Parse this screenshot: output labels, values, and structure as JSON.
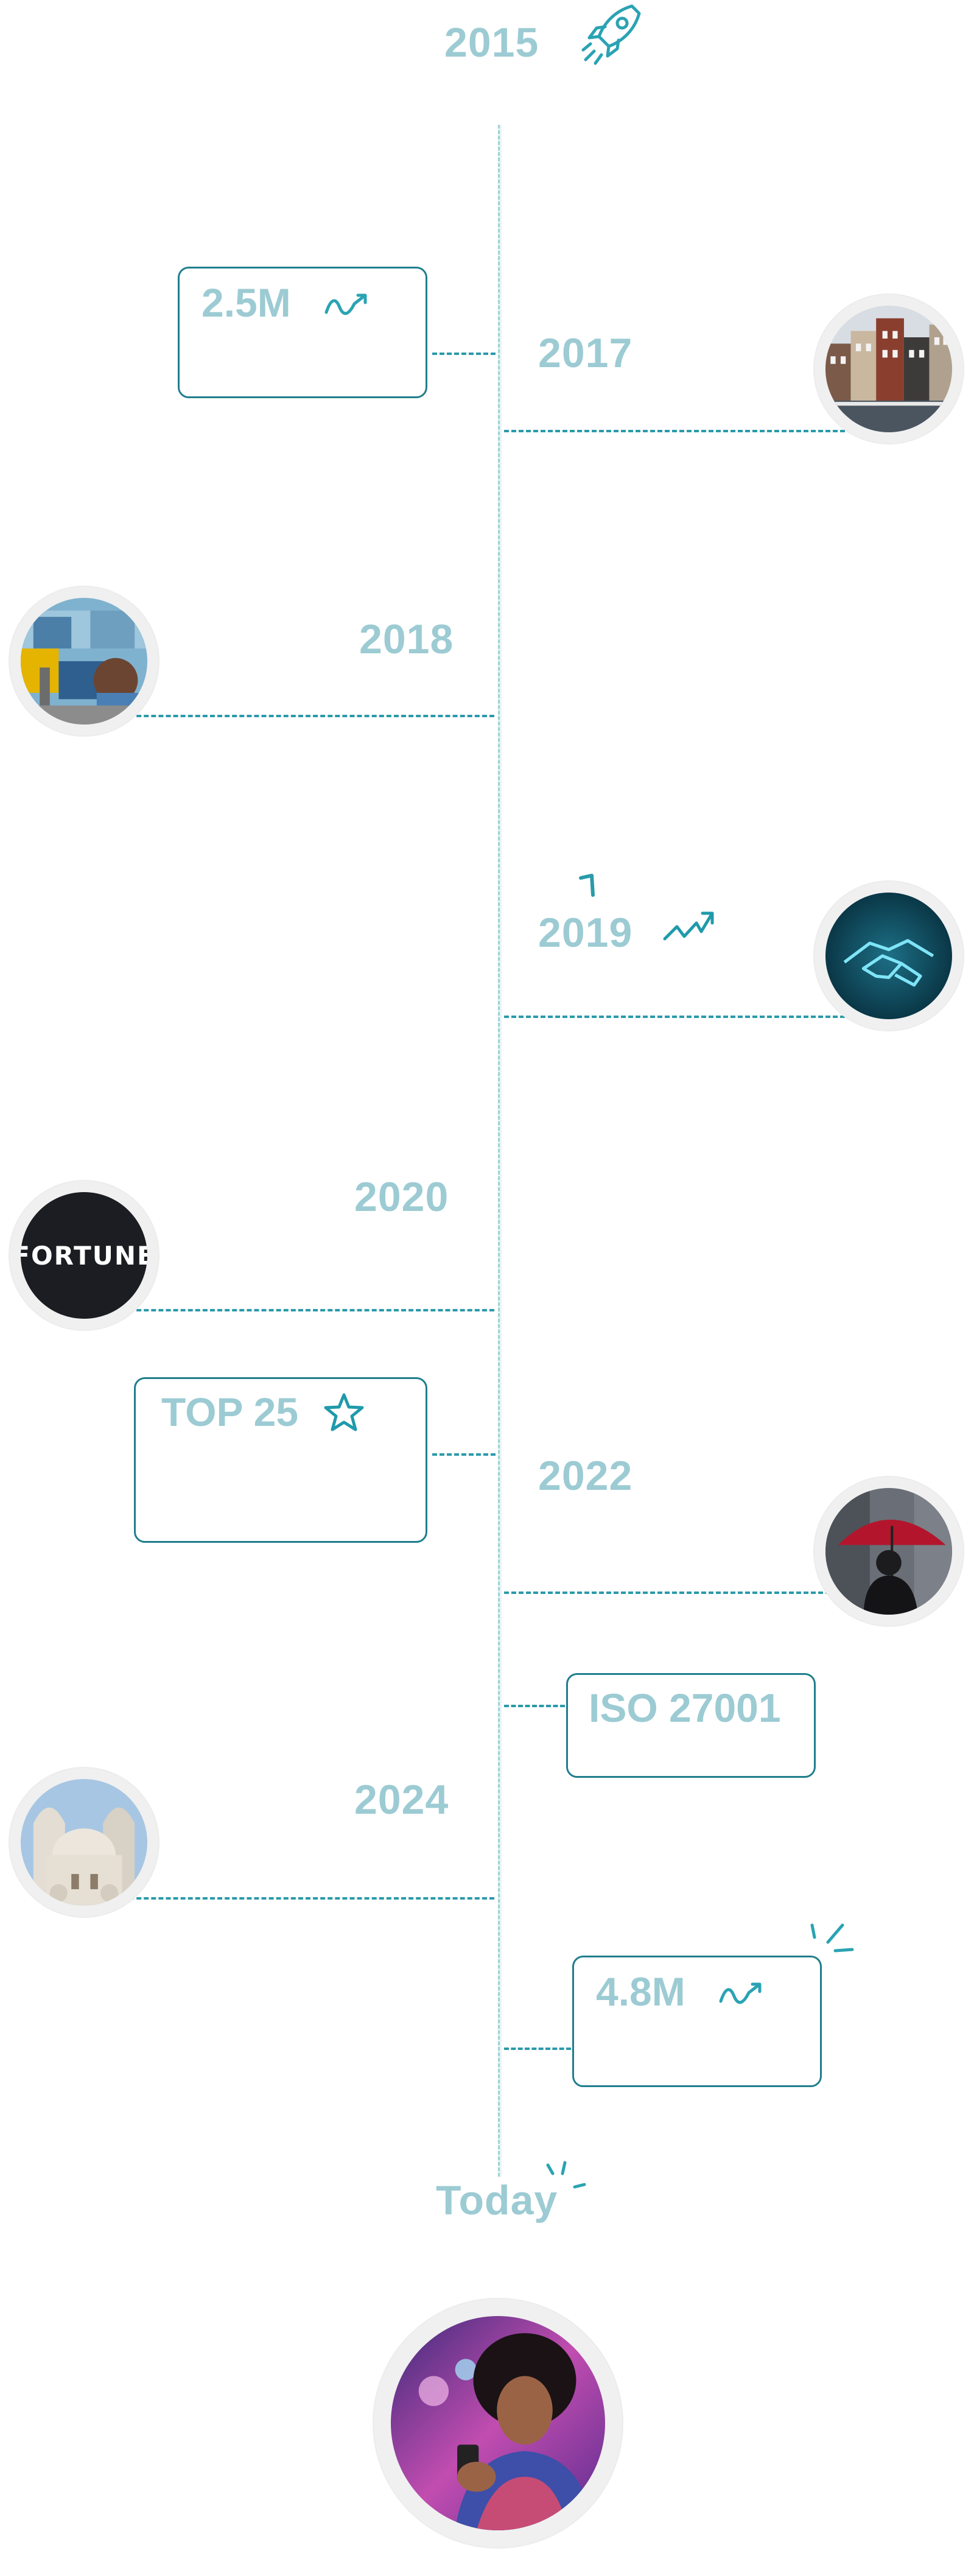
{
  "timeline": {
    "years": {
      "y2015": "2015",
      "y2017": "2017",
      "y2018": "2018",
      "y2019": "2019",
      "y2020": "2020",
      "y2022": "2022",
      "y2024": "2024",
      "today": "Today"
    },
    "stats": {
      "s2017": "2.5M",
      "s2020": "TOP 25",
      "s2022": "ISO 27001",
      "s2024": "4.8M"
    },
    "logo_text": "FORTUNE"
  },
  "colors": {
    "year_text": "#9ccbd3",
    "accent": "#1f7e8c",
    "line": "#2a9aa9"
  },
  "icons": [
    "rocket-icon",
    "trend-up-icon",
    "star-icon",
    "sparkle-icon"
  ]
}
